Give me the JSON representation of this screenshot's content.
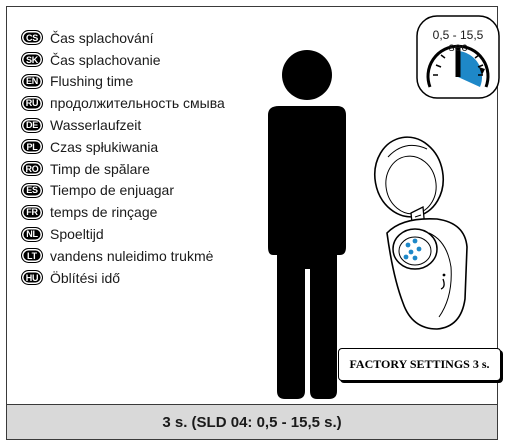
{
  "languages": [
    {
      "code": "CS",
      "text": "Čas splachování"
    },
    {
      "code": "SK",
      "text": "Čas splachovanie"
    },
    {
      "code": "EN",
      "text": "Flushing time"
    },
    {
      "code": "RU",
      "text": "продолжительность смыва"
    },
    {
      "code": "DE",
      "text": "Wasserlaufzeit"
    },
    {
      "code": "PL",
      "text": "Czas spłukiwania"
    },
    {
      "code": "RO",
      "text": "Timp de spălare"
    },
    {
      "code": "ES",
      "text": "Tiempo de enjuagar"
    },
    {
      "code": "FR",
      "text": "temps de rinçage"
    },
    {
      "code": "NL",
      "text": "Spoeltijd"
    },
    {
      "code": "LT",
      "text": "vandens nuleidimo trukmė"
    },
    {
      "code": "HU",
      "text": "Öblítési idő"
    }
  ],
  "timer": {
    "range": "0,5 - 15,5",
    "unit": "sec"
  },
  "factory_label": "FACTORY SETTINGS 3 s.",
  "footer_text": "3 s. (SLD 04: 0,5 - 15,5 s.)",
  "colors": {
    "dial_accent": "#1e88c8",
    "footer_bg": "#d9d9d9"
  }
}
